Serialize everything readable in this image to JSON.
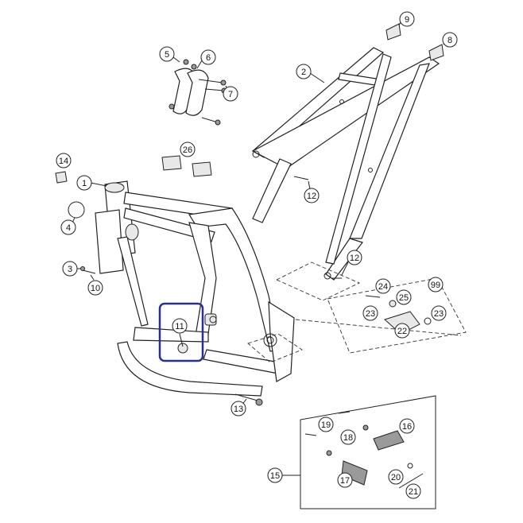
{
  "highlight_color": "#2b2f8f",
  "callouts": {
    "c1": "1",
    "c2": "2",
    "c3": "3",
    "c4": "4",
    "c5": "5",
    "c6": "6",
    "c7": "7",
    "c8": "8",
    "c9": "9",
    "c10": "10",
    "c11": "11",
    "c12a": "12",
    "c12b": "12",
    "c13": "13",
    "c14": "14",
    "c15": "15",
    "c16": "16",
    "c17": "17",
    "c18": "18",
    "c19": "19",
    "c20": "20",
    "c21": "21",
    "c22": "22",
    "c23a": "23",
    "c23b": "23",
    "c24": "24",
    "c25": "25",
    "c26": "26",
    "c99": "99"
  }
}
